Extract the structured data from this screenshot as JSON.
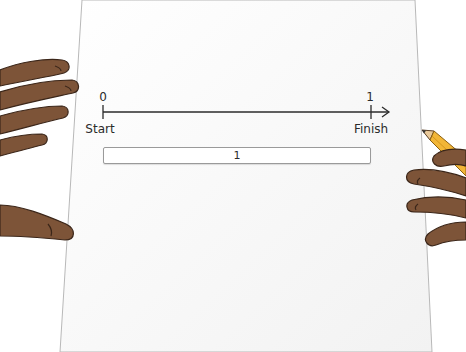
{
  "diagram": {
    "nodes": [
      {
        "text": [
          "1"
        ]
      }
    ],
    "labels": [
      "0",
      "1",
      "Start",
      "Finish"
    ]
  }
}
